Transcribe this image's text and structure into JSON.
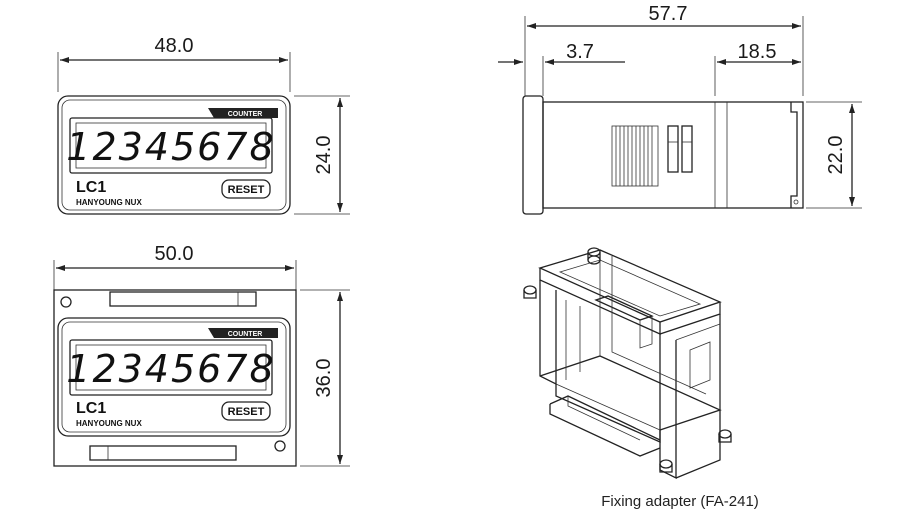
{
  "front_view": {
    "width_label": "48.0",
    "height_label": "24.0",
    "display_digits": "12345678",
    "tag": "COUNTER",
    "model": "LC1",
    "brand": "HANYOUNG NUX",
    "reset_label": "RESET"
  },
  "adapter_front_view": {
    "width_label": "50.0",
    "height_label": "36.0",
    "display_digits": "12345678",
    "tag": "COUNTER",
    "model": "LC1",
    "brand": "HANYOUNG NUX",
    "reset_label": "RESET"
  },
  "side_view": {
    "total_depth_label": "57.7",
    "bezel_depth_label": "3.7",
    "rear_depth_label": "18.5",
    "height_label": "22.0"
  },
  "adapter": {
    "caption": "Fixing adapter (FA-241)"
  }
}
